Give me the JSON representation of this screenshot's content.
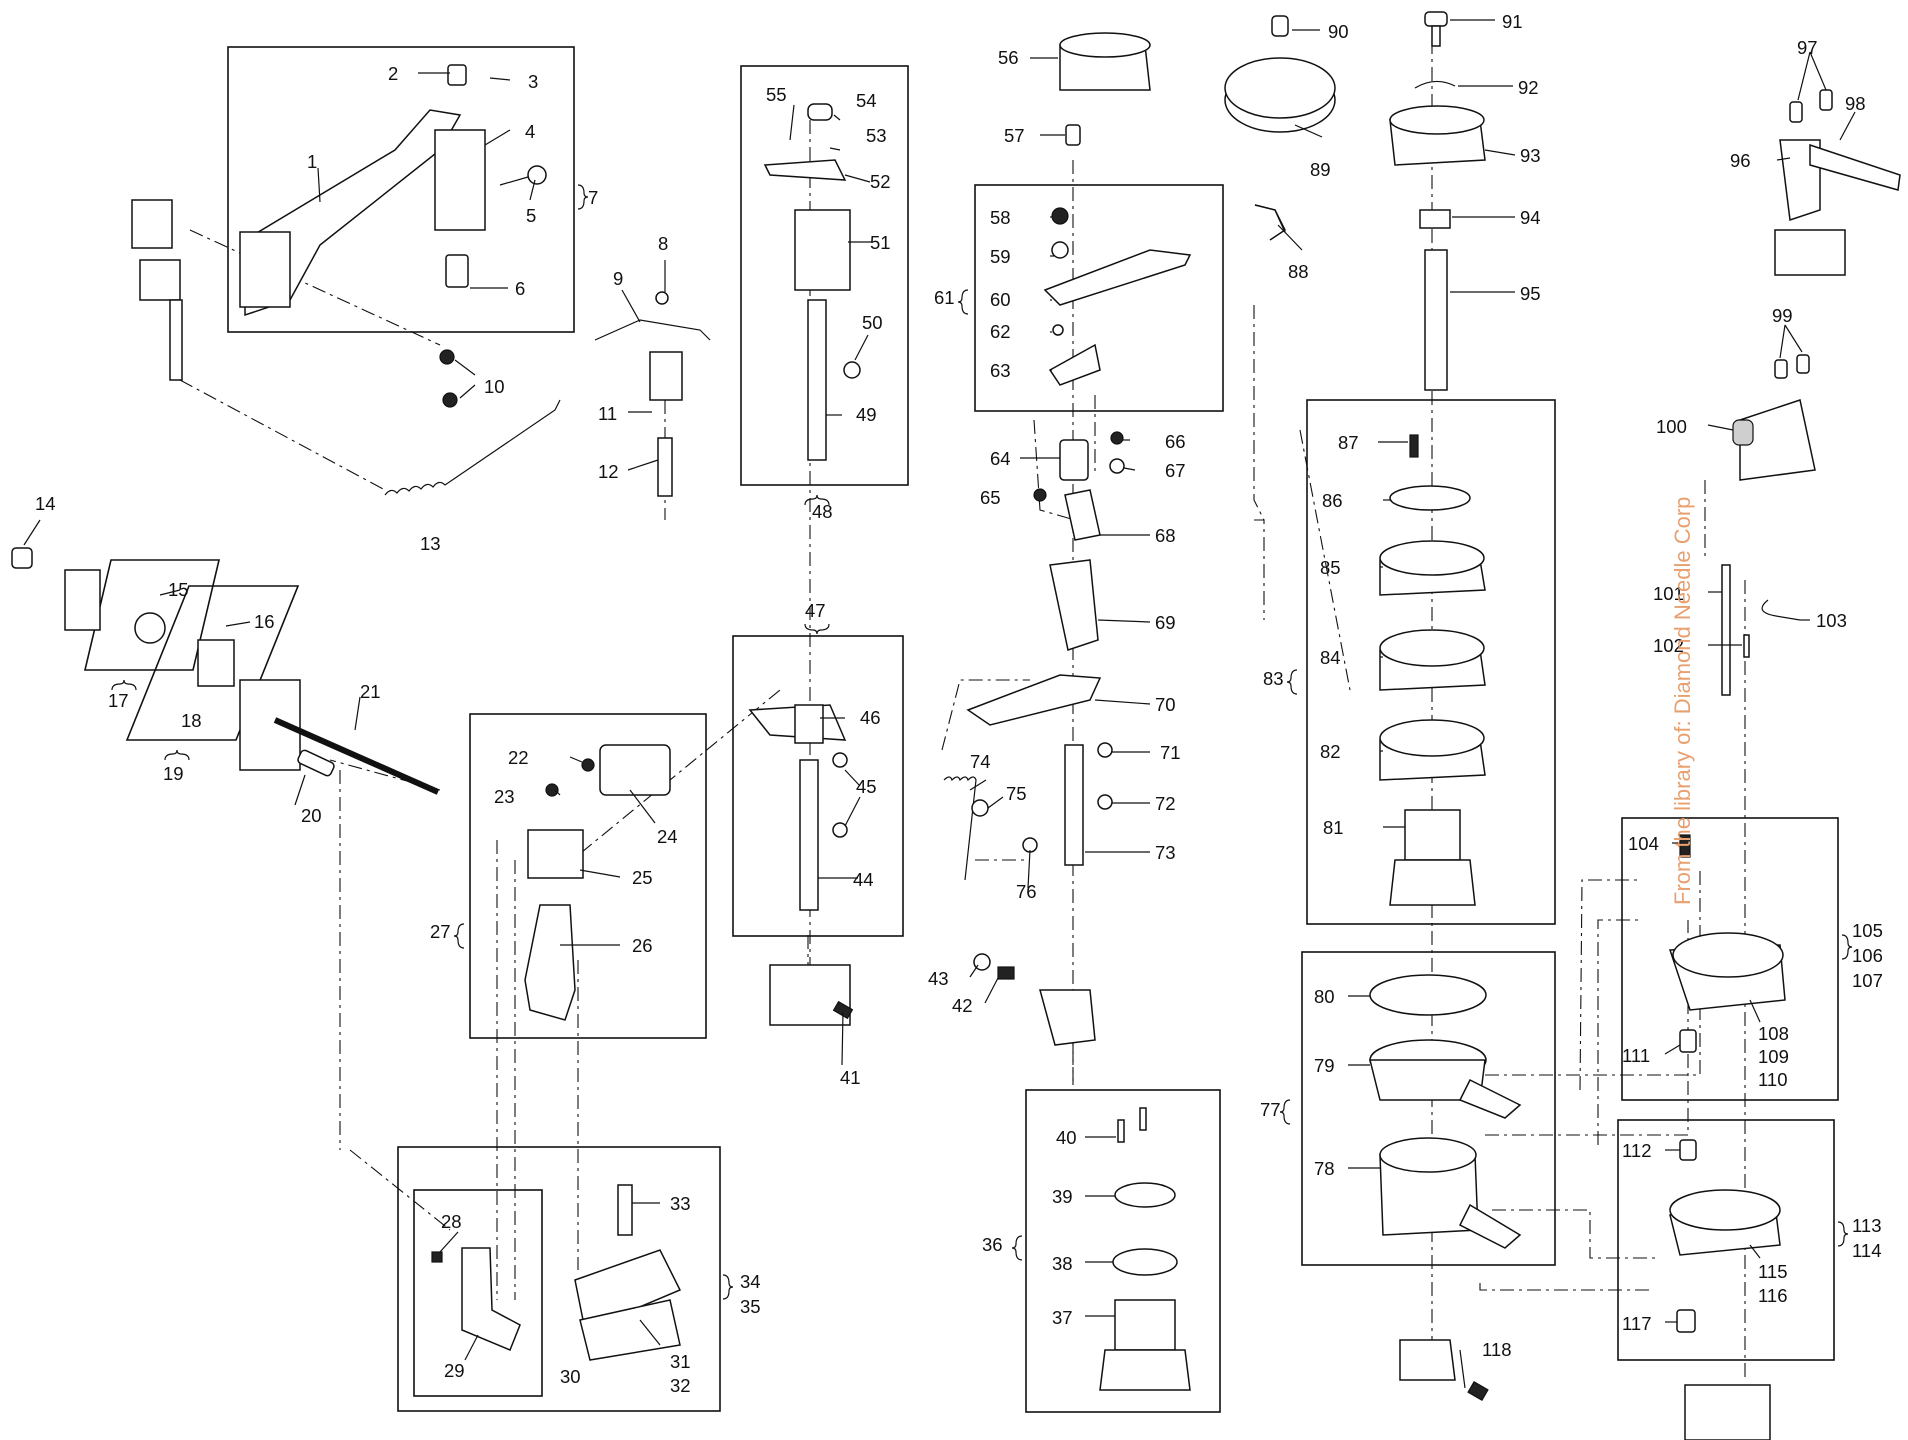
{
  "labels": [
    "1",
    "2",
    "3",
    "4",
    "5",
    "6",
    "7",
    "8",
    "9",
    "10",
    "11",
    "12",
    "13",
    "14",
    "15",
    "16",
    "17",
    "18",
    "19",
    "20",
    "21",
    "22",
    "23",
    "24",
    "25",
    "26",
    "27",
    "28",
    "29",
    "30",
    "31",
    "32",
    "33",
    "34",
    "35",
    "36",
    "37",
    "38",
    "39",
    "40",
    "41",
    "42",
    "43",
    "44",
    "45",
    "46",
    "47",
    "48",
    "49",
    "50",
    "51",
    "52",
    "53",
    "54",
    "55",
    "56",
    "57",
    "58",
    "59",
    "60",
    "61",
    "62",
    "63",
    "64",
    "65",
    "66",
    "67",
    "68",
    "69",
    "70",
    "71",
    "72",
    "73",
    "74",
    "75",
    "76",
    "77",
    "78",
    "79",
    "80",
    "81",
    "82",
    "83",
    "84",
    "85",
    "86",
    "87",
    "88",
    "89",
    "90",
    "91",
    "92",
    "93",
    "94",
    "95",
    "96",
    "97",
    "98",
    "99",
    "100",
    "101",
    "102",
    "103",
    "104",
    "105",
    "106",
    "107",
    "108",
    "109",
    "110",
    "111",
    "112",
    "113",
    "114",
    "115",
    "116",
    "117",
    "118"
  ],
  "watermark": "From the library of: Diamond Needle Corp"
}
